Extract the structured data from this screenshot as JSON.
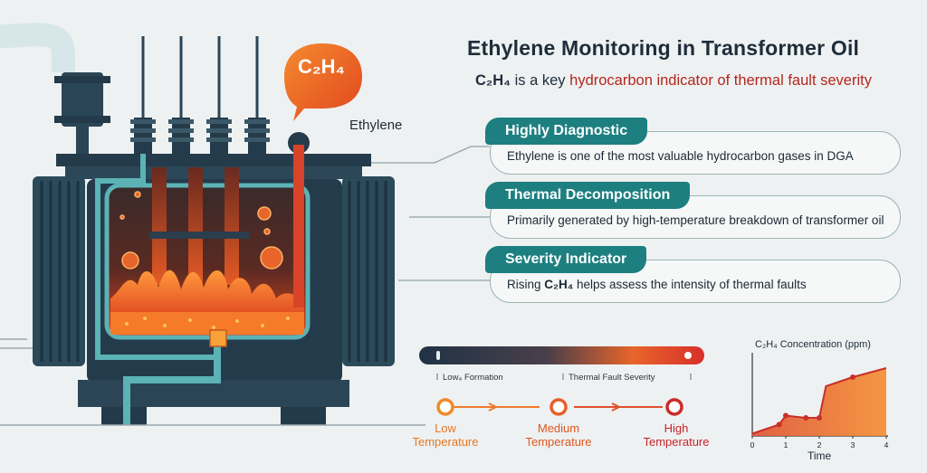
{
  "header": {
    "title": "Ethylene Monitoring in Transformer Oil",
    "subtitle_formula": "C₂H₄",
    "subtitle_is_a_key": " is a key ",
    "subtitle_accent": "hydrocarbon indicator of thermal fault severity"
  },
  "illustration": {
    "bubble_formula": "C₂H₄",
    "ethylene_label": "Ethylene",
    "icons": [
      "transformer-icon",
      "speech-bubble-icon",
      "flame-icon"
    ]
  },
  "cards": [
    {
      "tag": "Highly Diagnostic",
      "body": "Ethylene is one of the most valuable hydrocarbon gases in DGA"
    },
    {
      "tag": "Thermal Decomposition",
      "body": "Primarily generated by high-temperature breakdown of transformer oil"
    },
    {
      "tag": "Severity Indicator",
      "body_prefix": "Rising ",
      "body_formula": "C₂H₄",
      "body_suffix": " helps assess the intensity of thermal faults"
    }
  ],
  "scale": {
    "left_label": "Low₄ Formation",
    "right_label": "Thermal Fault Severity",
    "steps": [
      {
        "line1": "Low",
        "line2": "Temperature"
      },
      {
        "line1": "Medium",
        "line2": "Temperature"
      },
      {
        "line1": "High",
        "line2": "Temperature"
      }
    ]
  },
  "colors": {
    "teal": "#1d7f80",
    "navy": "#243b4c",
    "orange": "#e8641e",
    "red": "#c8322a"
  },
  "chart_data": {
    "type": "area",
    "title": "C₂H₄ Concentration (ppm)",
    "xlabel": "Time",
    "ylabel": "",
    "x": [
      0,
      0.8,
      1,
      1.6,
      2,
      2.2,
      3,
      4
    ],
    "values": [
      1,
      5,
      9,
      8,
      8,
      22,
      26,
      30
    ],
    "xticks": [
      "0",
      "1",
      "2",
      "3",
      "4"
    ],
    "xlim": [
      0,
      4
    ],
    "ylim": [
      0,
      36
    ]
  }
}
